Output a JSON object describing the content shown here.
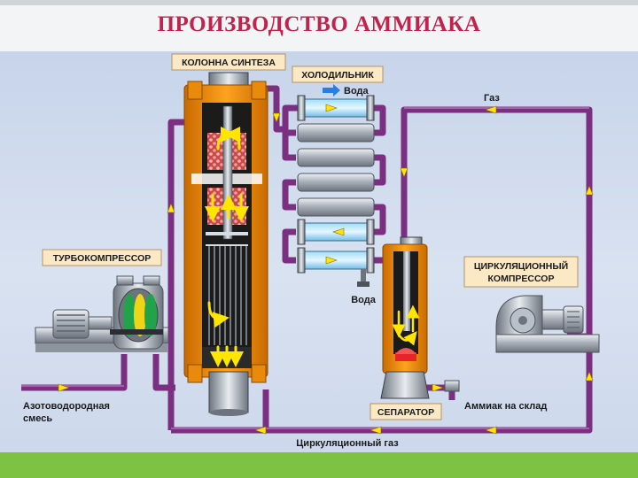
{
  "title": "ПРОИЗВОДСТВО АММИАКА",
  "labels": {
    "synthesis_column": "КОЛОННА СИНТЕЗА",
    "cooler": "ХОЛОДИЛЬНИК",
    "water_in": "Вода",
    "water_out": "Вода",
    "gas": "Газ",
    "turbocompressor": "ТУРБОКОМПРЕССОР",
    "circ_compressor_line1": "ЦИРКУЛЯЦИОННЫЙ",
    "circ_compressor_line2": "КОМПРЕССОР",
    "separator": "СЕПАРАТОР",
    "ammonia_to_storage": "Аммиак на склад",
    "feed_line1": "Азотоводородная",
    "feed_line2": "смесь",
    "circulation_gas": "Циркуляционный газ"
  },
  "colors": {
    "title": "#c0234b",
    "pipe": "#8b3a8f",
    "column_shell": "#f39200",
    "flow_arrow": "#ffe500",
    "water_arrow": "#2a7de1",
    "catalyst": "#d9534f",
    "ammonia_liquid": "#e8232a",
    "label_box": "#fbe9c6",
    "bottom_strip": "#7dc242"
  }
}
